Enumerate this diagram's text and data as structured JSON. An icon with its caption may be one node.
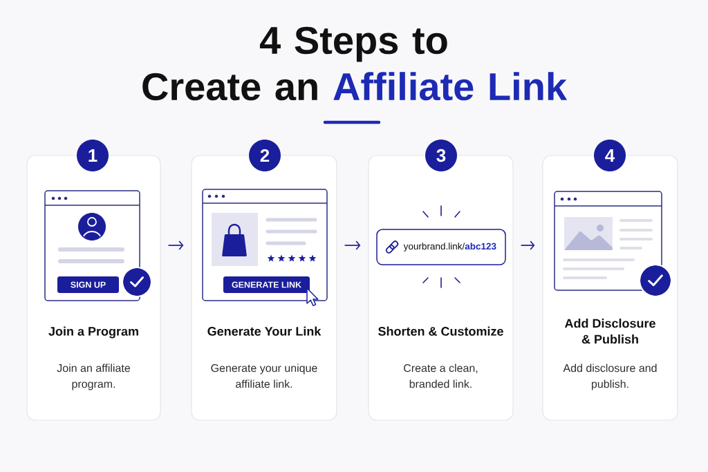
{
  "diagram": {
    "title": "4 Steps to Create an Affiliate Link",
    "nodes": [
      {
        "text": [
          "1"
        ]
      },
      {
        "text": [
          "Join a Program",
          "Join an affiliate program."
        ]
      },
      {
        "text": [
          "SIGN UP"
        ],
        "in": 1
      },
      {
        "text": [
          "2"
        ]
      },
      {
        "text": [
          "Generate Your Link",
          "Generate your unique affiliate link."
        ]
      },
      {
        "text": [
          "GENERATE LINK"
        ],
        "in": 4
      },
      {
        "text": [
          "3"
        ]
      },
      {
        "text": [
          "Shorten & Customize",
          "Create a clean, branded link."
        ]
      },
      {
        "text": [
          "yourbrand.link/**abc123**"
        ],
        "in": 7
      },
      {
        "text": [
          "4"
        ]
      },
      {
        "text": [
          "Add Disclosure & Publish",
          "Add disclosure and publish."
        ]
      }
    ],
    "edges": [
      {
        "from": 1,
        "to": 4,
        "arrow": "to"
      },
      {
        "from": 4,
        "to": 7,
        "arrow": "to"
      },
      {
        "from": 7,
        "to": 10,
        "arrow": "to"
      }
    ]
  }
}
